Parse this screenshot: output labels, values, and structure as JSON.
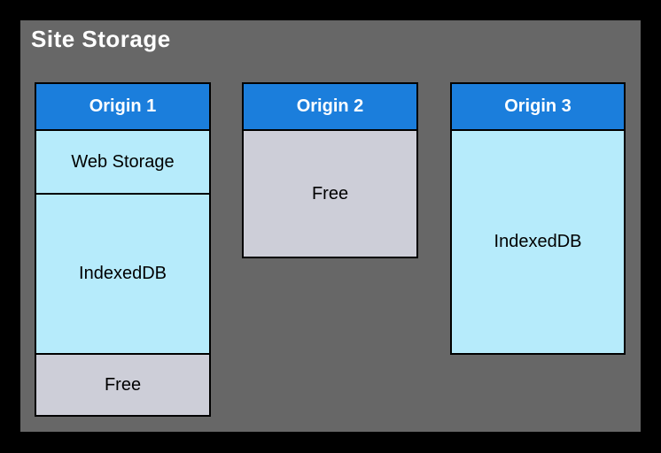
{
  "diagram": {
    "title": "Site Storage",
    "origins": [
      {
        "label": "Origin 1",
        "sections": [
          {
            "label": "Web Storage",
            "type": "storage"
          },
          {
            "label": "IndexedDB",
            "type": "storage"
          },
          {
            "label": "Free",
            "type": "free"
          }
        ]
      },
      {
        "label": "Origin 2",
        "sections": [
          {
            "label": "Free",
            "type": "free"
          }
        ]
      },
      {
        "label": "Origin 3",
        "sections": [
          {
            "label": "IndexedDB",
            "type": "storage"
          }
        ]
      }
    ],
    "colors": {
      "page_background": "#000000",
      "container_background": "#676767",
      "origin_header_blue": "#1b7edc",
      "storage_section_blue": "#b6ebfb",
      "free_section_gray": "#cdced8",
      "border_black": "#000000",
      "title_text": "#ffffff",
      "header_text": "#ffffff",
      "section_text": "#000000"
    }
  }
}
